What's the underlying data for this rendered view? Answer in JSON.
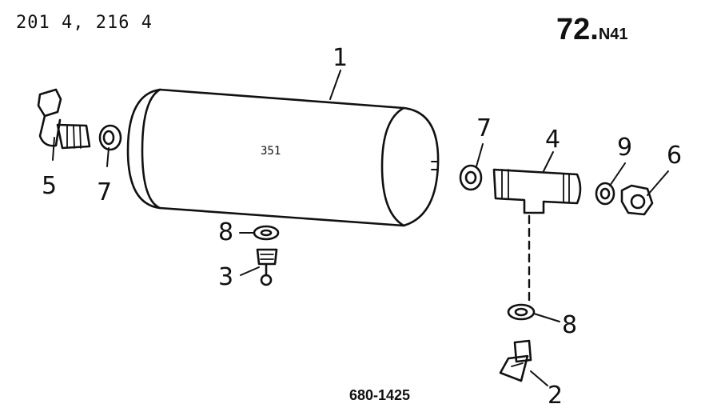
{
  "header": {
    "models": "201 4, 216 4",
    "page_number": "72.",
    "page_suffix": "N41"
  },
  "tank_marking": "351",
  "drawing_number": "680-1425",
  "callouts": {
    "c1": "1",
    "c2": "2",
    "c3": "3",
    "c4": "4",
    "c5": "5",
    "c6": "6",
    "c7_left": "7",
    "c7_right": "7",
    "c8_top": "8",
    "c8_bottom": "8",
    "c9": "9"
  }
}
